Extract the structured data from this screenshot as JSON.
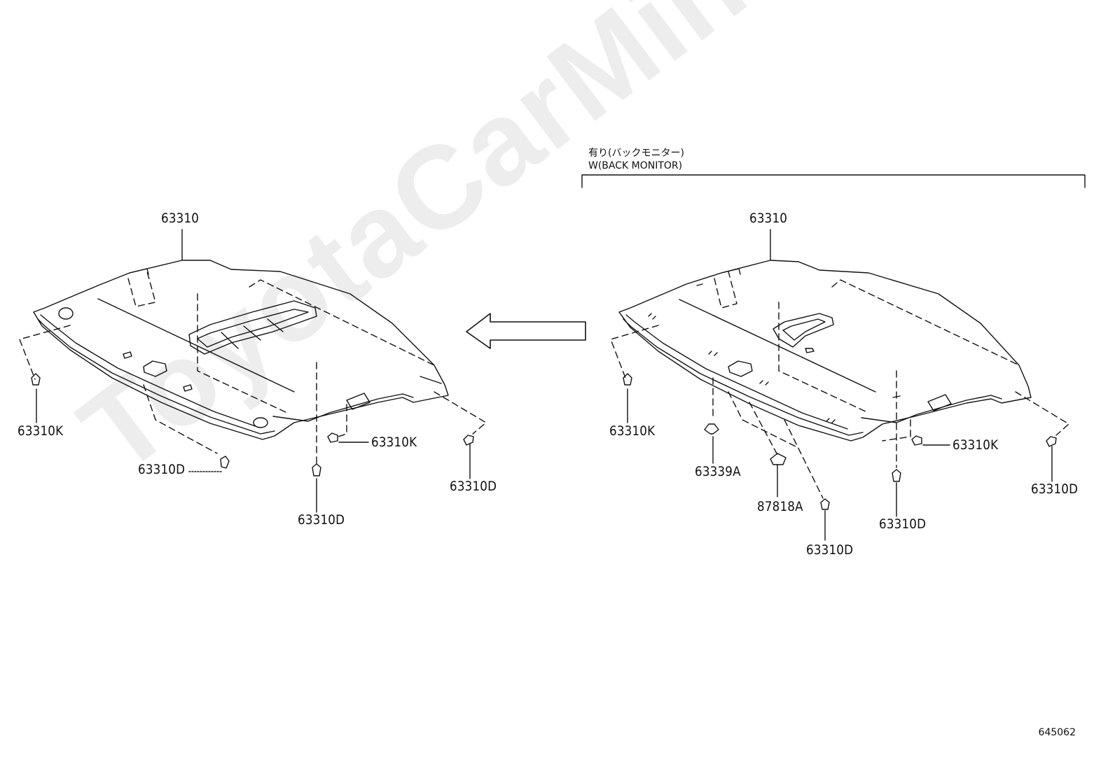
{
  "watermark": "ToyotaCarMine.ru",
  "condition": {
    "line1": "有り(バックモニター)",
    "line2": "W(BACK MONITOR)"
  },
  "left_assembly": {
    "main": "63310",
    "k_left": "63310K",
    "k_right": "63310K",
    "d_left": "63310D",
    "d_mid": "63310D",
    "d_right": "63310D"
  },
  "right_assembly": {
    "main": "63310",
    "k_left": "63310K",
    "k_right": "63310K",
    "a1": "63339A",
    "a2": "87818A",
    "d_a": "63310D",
    "d_b": "63310D",
    "d_c": "63310D"
  },
  "diagram_number": "645062"
}
